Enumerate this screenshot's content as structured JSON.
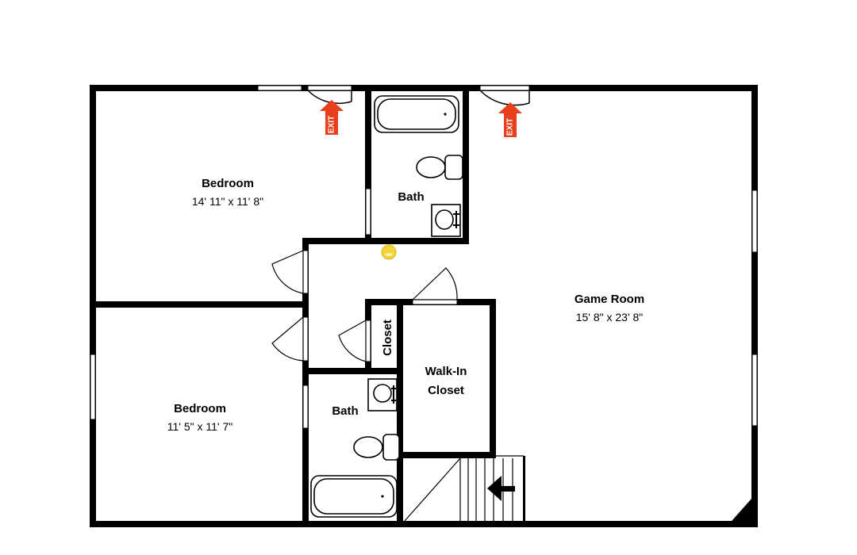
{
  "rooms": {
    "bedroom1": {
      "name": "Bedroom",
      "dims": "14' 11\" x 11' 8\""
    },
    "bedroom2": {
      "name": "Bedroom",
      "dims": "11' 5\" x 11' 7\""
    },
    "bath1": {
      "name": "Bath"
    },
    "bath2": {
      "name": "Bath"
    },
    "game_room": {
      "name": "Game Room",
      "dims": "15' 8\" x 23' 8\""
    },
    "closet": {
      "name": "Closet"
    },
    "walk_in_closet": {
      "line1": "Walk-In",
      "line2": "Closet"
    }
  },
  "exits": [
    {
      "label": "EXIT"
    },
    {
      "label": "EXIT"
    }
  ],
  "colors": {
    "exit": "#e8401c",
    "marker": "#f0d43a",
    "walls": "#000000"
  },
  "icons": [
    "exit-arrow-icon",
    "stair-direction-arrow-icon",
    "bathtub-icon",
    "toilet-icon",
    "sink-icon",
    "marker-dot-icon"
  ]
}
